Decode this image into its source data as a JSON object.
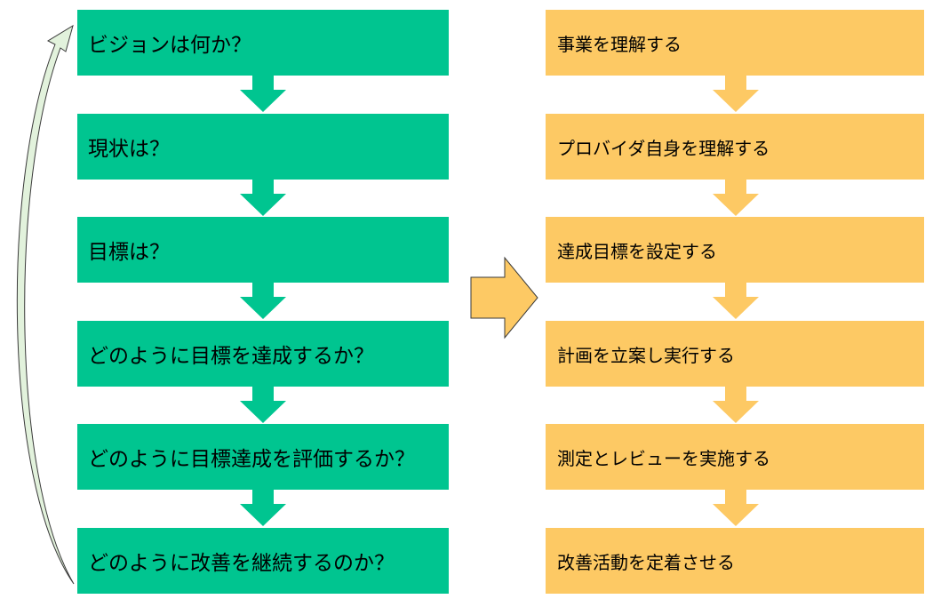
{
  "colors": {
    "green": "#00c590",
    "yellow": "#fdc964",
    "big_arrow_fill": "#fdc964",
    "big_arrow_stroke": "#3a3a3a",
    "loop_arrow_fill": "#e2f2dc",
    "loop_arrow_stroke": "#3a3a3a"
  },
  "left_column": {
    "steps": [
      {
        "label": "ビジョンは何か？"
      },
      {
        "label": "現状は？"
      },
      {
        "label": "目標は？"
      },
      {
        "label": "どのように目標を達成するか？"
      },
      {
        "label": "どのように目標達成を評価するか？"
      },
      {
        "label": "どのように改善を継続するのか？"
      }
    ]
  },
  "right_column": {
    "steps": [
      {
        "label": "事業を理解する"
      },
      {
        "label": "プロバイダ自身を理解する"
      },
      {
        "label": "達成目標を設定する"
      },
      {
        "label": "計画を立案し実行する"
      },
      {
        "label": "測定とレビューを実施する"
      },
      {
        "label": "改善活動を定着させる"
      }
    ]
  }
}
